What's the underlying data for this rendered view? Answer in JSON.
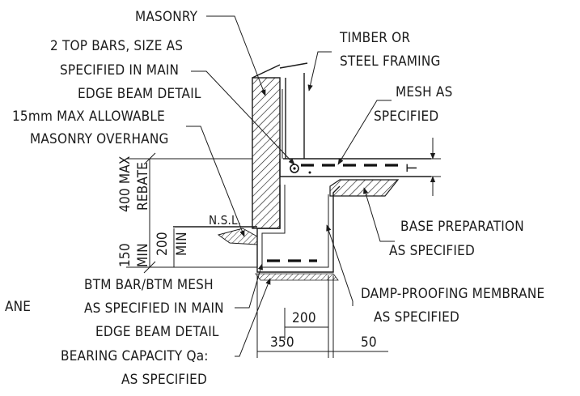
{
  "labels": {
    "masonry": "MASONRY",
    "top_bars_1": "2 TOP BARS, SIZE AS",
    "top_bars_2": "SPECIFIED IN MAIN",
    "top_bars_3": "EDGE BEAM DETAIL",
    "overhang_1": "15mm MAX ALLOWABLE",
    "overhang_2": "MASONRY OVERHANG",
    "timber_1": "TIMBER OR",
    "timber_2": "STEEL FRAMING",
    "mesh_1": "MESH AS",
    "mesh_2": "SPECIFIED",
    "base_prep_1": "BASE PREPARATION",
    "base_prep_2": "AS SPECIFIED",
    "btm_1": "BTM BAR/BTM MESH",
    "btm_2": "AS SPECIFIED IN MAIN",
    "btm_3": "EDGE BEAM DETAIL",
    "damp_1": "DAMP-PROOFING MEMBRANE",
    "damp_2": "AS SPECIFIED",
    "damp_clipped": "ANE",
    "bearing_1": "BEARING CAPACITY Qa:",
    "bearing_2": "AS SPECIFIED",
    "nsl": "N.S.L.",
    "dim_400_max": "400 MAX",
    "dim_rebate": "REBATE",
    "dim_150": "150",
    "dim_min_a": "MIN",
    "dim_200_v": "200",
    "dim_min_b": "MIN",
    "dim_200_h": "200",
    "dim_350": "350",
    "dim_50": "50",
    "dim_t": "T"
  }
}
